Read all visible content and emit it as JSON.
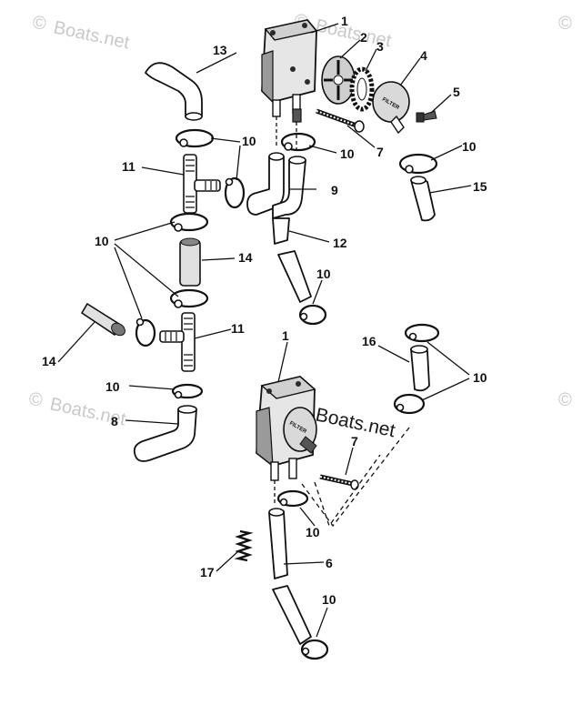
{
  "watermarks": {
    "primary": "Boats.net",
    "copyright_symbol": "©"
  },
  "callouts": {
    "c1_top": "1",
    "c2": "2",
    "c3": "3",
    "c4": "4",
    "c5": "5",
    "c7_top": "7",
    "c9": "9",
    "c10_a": "10",
    "c10_b": "10",
    "c10_c": "10",
    "c10_d": "10",
    "c10_e": "10",
    "c10_f": "10",
    "c10_g": "10",
    "c10_h": "10",
    "c10_i": "10",
    "c11_top": "11",
    "c11_bottom": "11",
    "c12": "12",
    "c13": "13",
    "c14_mid": "14",
    "c14_left": "14",
    "c15": "15",
    "c16": "16",
    "c1_bottom": "1",
    "c8": "8",
    "c7_bottom": "7",
    "c6": "6",
    "c17": "17"
  },
  "filter_text": "FILTER"
}
